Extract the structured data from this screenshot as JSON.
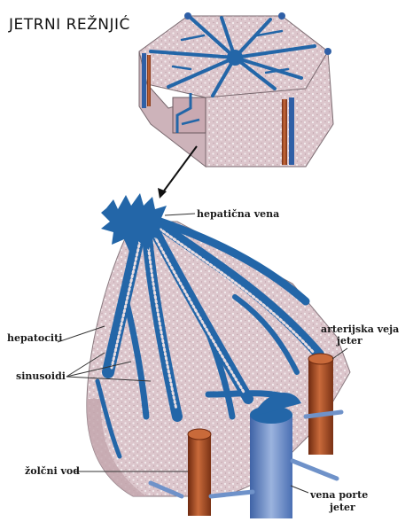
{
  "title": "JETRNI REŽNJIĆ",
  "labels": {
    "hepatic_vein": "hepatična vena",
    "hepatocytes": "hepatociti",
    "sinusoids": "sinusoidi",
    "hepatic_artery_line1": "arterijska veja",
    "hepatic_artery_line2": "jeter",
    "bile_duct": "žolčni vod",
    "portal_vein_line1": "vena porte",
    "portal_vein_line2": "jeter"
  },
  "colors": {
    "vessel_blue": "#2366a8",
    "tissue_pink": "#d9c2c8",
    "artery_brown": "#b4562a",
    "portal_blue": "#6f92c9"
  }
}
